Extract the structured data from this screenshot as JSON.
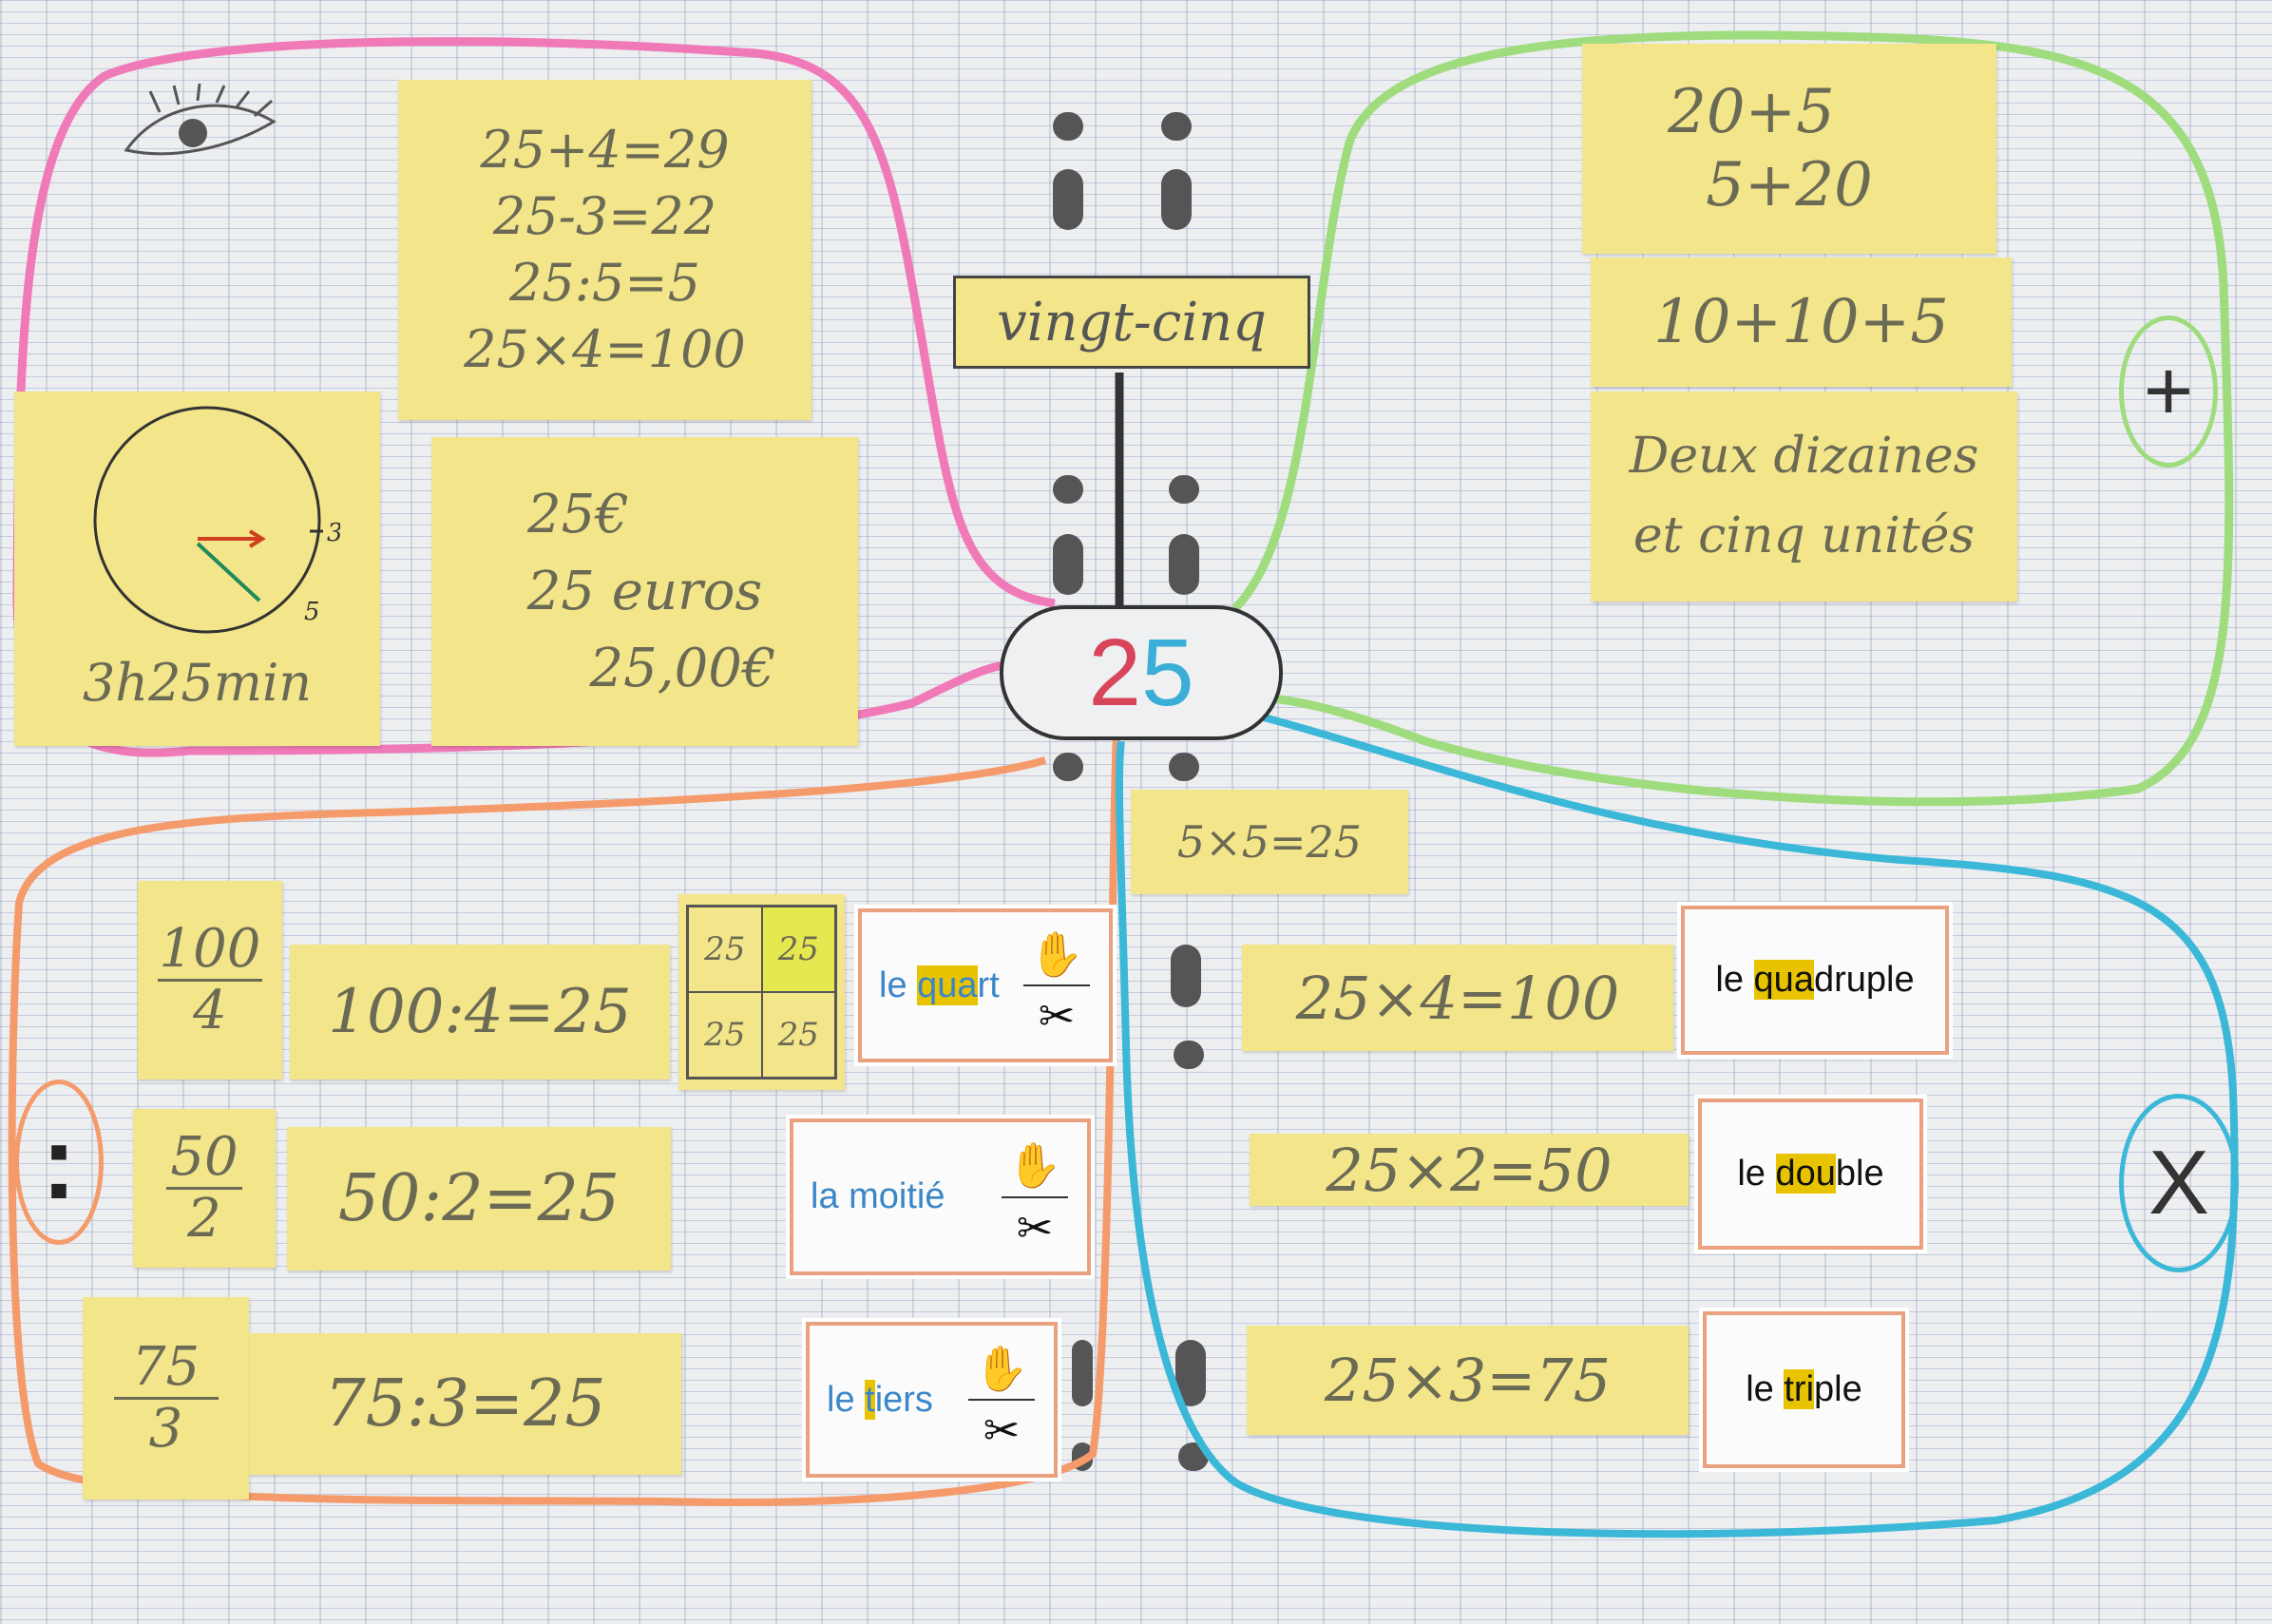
{
  "center": {
    "number_tens": "2",
    "number_units": "5",
    "word": "vingt-cinq"
  },
  "top_left": {
    "operations": [
      "25+4=29",
      "25-3=22",
      "25:5=5",
      "25×4=100"
    ],
    "clock": {
      "time": "3h25min",
      "tick_3": "3",
      "tick_5": "5"
    },
    "money": [
      "25€",
      "25 euros",
      "25,00€"
    ]
  },
  "top_right": {
    "sums_1": [
      "20+5",
      "5+20"
    ],
    "sums_2": "10+10+5",
    "words": [
      "Deux dizaines",
      "et cinq unités"
    ],
    "symbol": "+"
  },
  "bottom_left": {
    "symbol": ":",
    "rows": [
      {
        "numerator": "100",
        "denominator": "4",
        "division": "100:4=25",
        "card_prefix": "le ",
        "card_hl": "qua",
        "card_rest": "rt"
      },
      {
        "numerator": "50",
        "denominator": "2",
        "division": "50:2=25",
        "card_prefix": "la moitié",
        "card_hl": "",
        "card_rest": ""
      },
      {
        "numerator": "75",
        "denominator": "3",
        "division": "75:3=25",
        "card_prefix": "le ",
        "card_hl": "t",
        "card_rest": "iers"
      }
    ],
    "grid_cells": [
      "25",
      "25",
      "25",
      "25"
    ]
  },
  "bottom_right": {
    "symbol": "X",
    "square": "5×5=25",
    "rows": [
      {
        "multiplication": "25×4=100",
        "card_prefix": "le ",
        "card_hl": "qua",
        "card_rest": "druple"
      },
      {
        "multiplication": "25×2=50",
        "card_prefix": "le ",
        "card_hl": "dou",
        "card_rest": "ble"
      },
      {
        "multiplication": "25×3=75",
        "card_prefix": "le ",
        "card_hl": "tri",
        "card_rest": "ple"
      }
    ]
  },
  "icons": {
    "hand": "✋",
    "scissors": "✂"
  },
  "colors": {
    "pink": "#f07ab8",
    "green": "#9fdc7e",
    "orange": "#f59a6a",
    "blue": "#3bb7d8",
    "sticky": "#f3e58a",
    "red": "#d8455a",
    "cyan": "#3aaed6"
  }
}
